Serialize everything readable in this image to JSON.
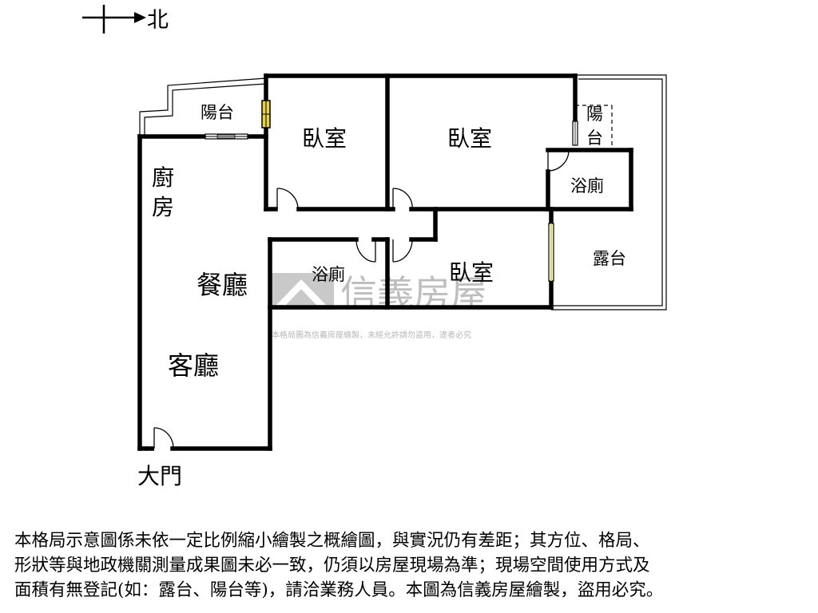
{
  "compass": {
    "direction_label": "北"
  },
  "rooms": {
    "balcony_west": "陽台",
    "bedroom_1": "臥室",
    "bedroom_2": "臥室",
    "balcony_east_1": "陽",
    "balcony_east_2": "台",
    "bathroom_1": "浴廁",
    "kitchen_1": "廚",
    "kitchen_2": "房",
    "dining": "餐廳",
    "bathroom_2": "浴廁",
    "bedroom_3": "臥室",
    "terrace": "露台",
    "living": "客廳",
    "entrance": "大門"
  },
  "watermark": {
    "brand": "信義房屋",
    "notice": "本格局圖為信義房屋繪製，未經允許請勿盜用，違者必究"
  },
  "disclaimer": {
    "line1": "本格局示意圖係未依一定比例縮小繪製之概繪圖，與實況仍有差距；其方位、格局、",
    "line2": "形狀等與地政機關測量成果圖未必一致，仍須以房屋現場為準；現場空間使用方式及",
    "line3": "面積有無登記(如：露台、陽台等)，請洽業務人員。本圖為信義房屋繪製，盜用必究。"
  },
  "colors": {
    "wall": "#000000",
    "window_accent": "#e8d24a",
    "watermark": "#b8b8b8"
  }
}
